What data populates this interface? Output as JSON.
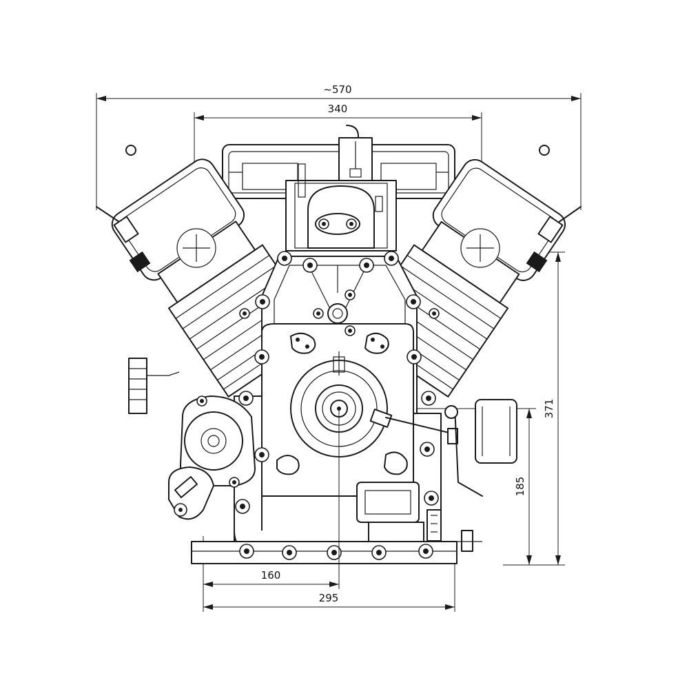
{
  "dimensions": {
    "overall_width": "~570",
    "head_width": "340",
    "overall_height": "371",
    "shaft_height": "185",
    "shaft_offset": "160",
    "base_width": "295"
  },
  "colors": {
    "line": "#1a1a1a",
    "background": "#ffffff"
  }
}
